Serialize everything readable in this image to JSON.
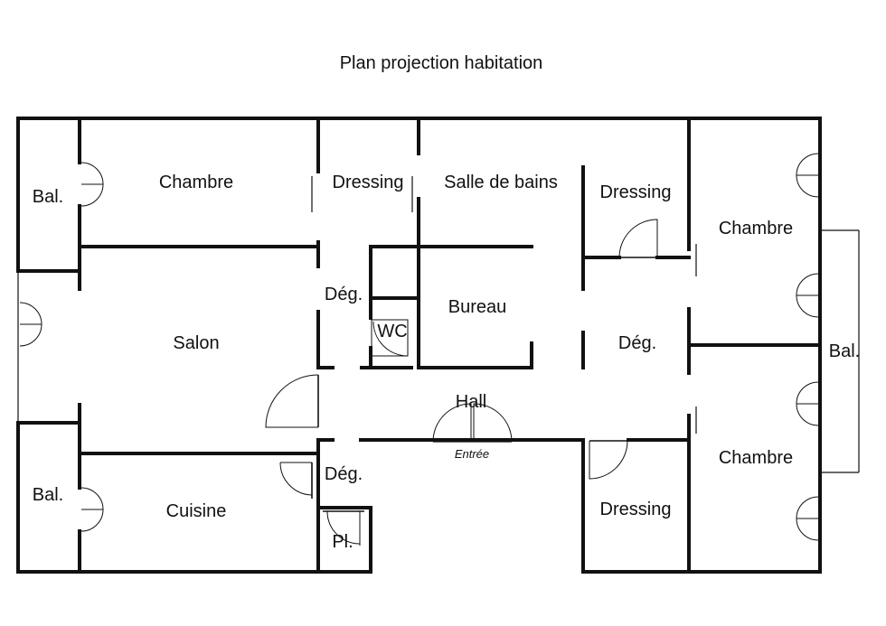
{
  "title": "Plan projection habitation",
  "rooms": {
    "bal_top_left": "Bal.",
    "chambre_top": "Chambre",
    "dressing_top": "Dressing",
    "salle_de_bains": "Salle de bains",
    "dressing_top_right": "Dressing",
    "chambre_right_top": "Chambre",
    "salon": "Salon",
    "deg_left": "Dég.",
    "wc": "WC",
    "bureau": "Bureau",
    "deg_right": "Dég.",
    "bal_right": "Bal.",
    "hall": "Hall",
    "entree": "Entrée",
    "bal_bottom_left": "Bal.",
    "cuisine": "Cuisine",
    "deg_bottom": "Dég.",
    "placard": "Pl.",
    "dressing_bottom": "Dressing",
    "chambre_right_bottom": "Chambre"
  }
}
